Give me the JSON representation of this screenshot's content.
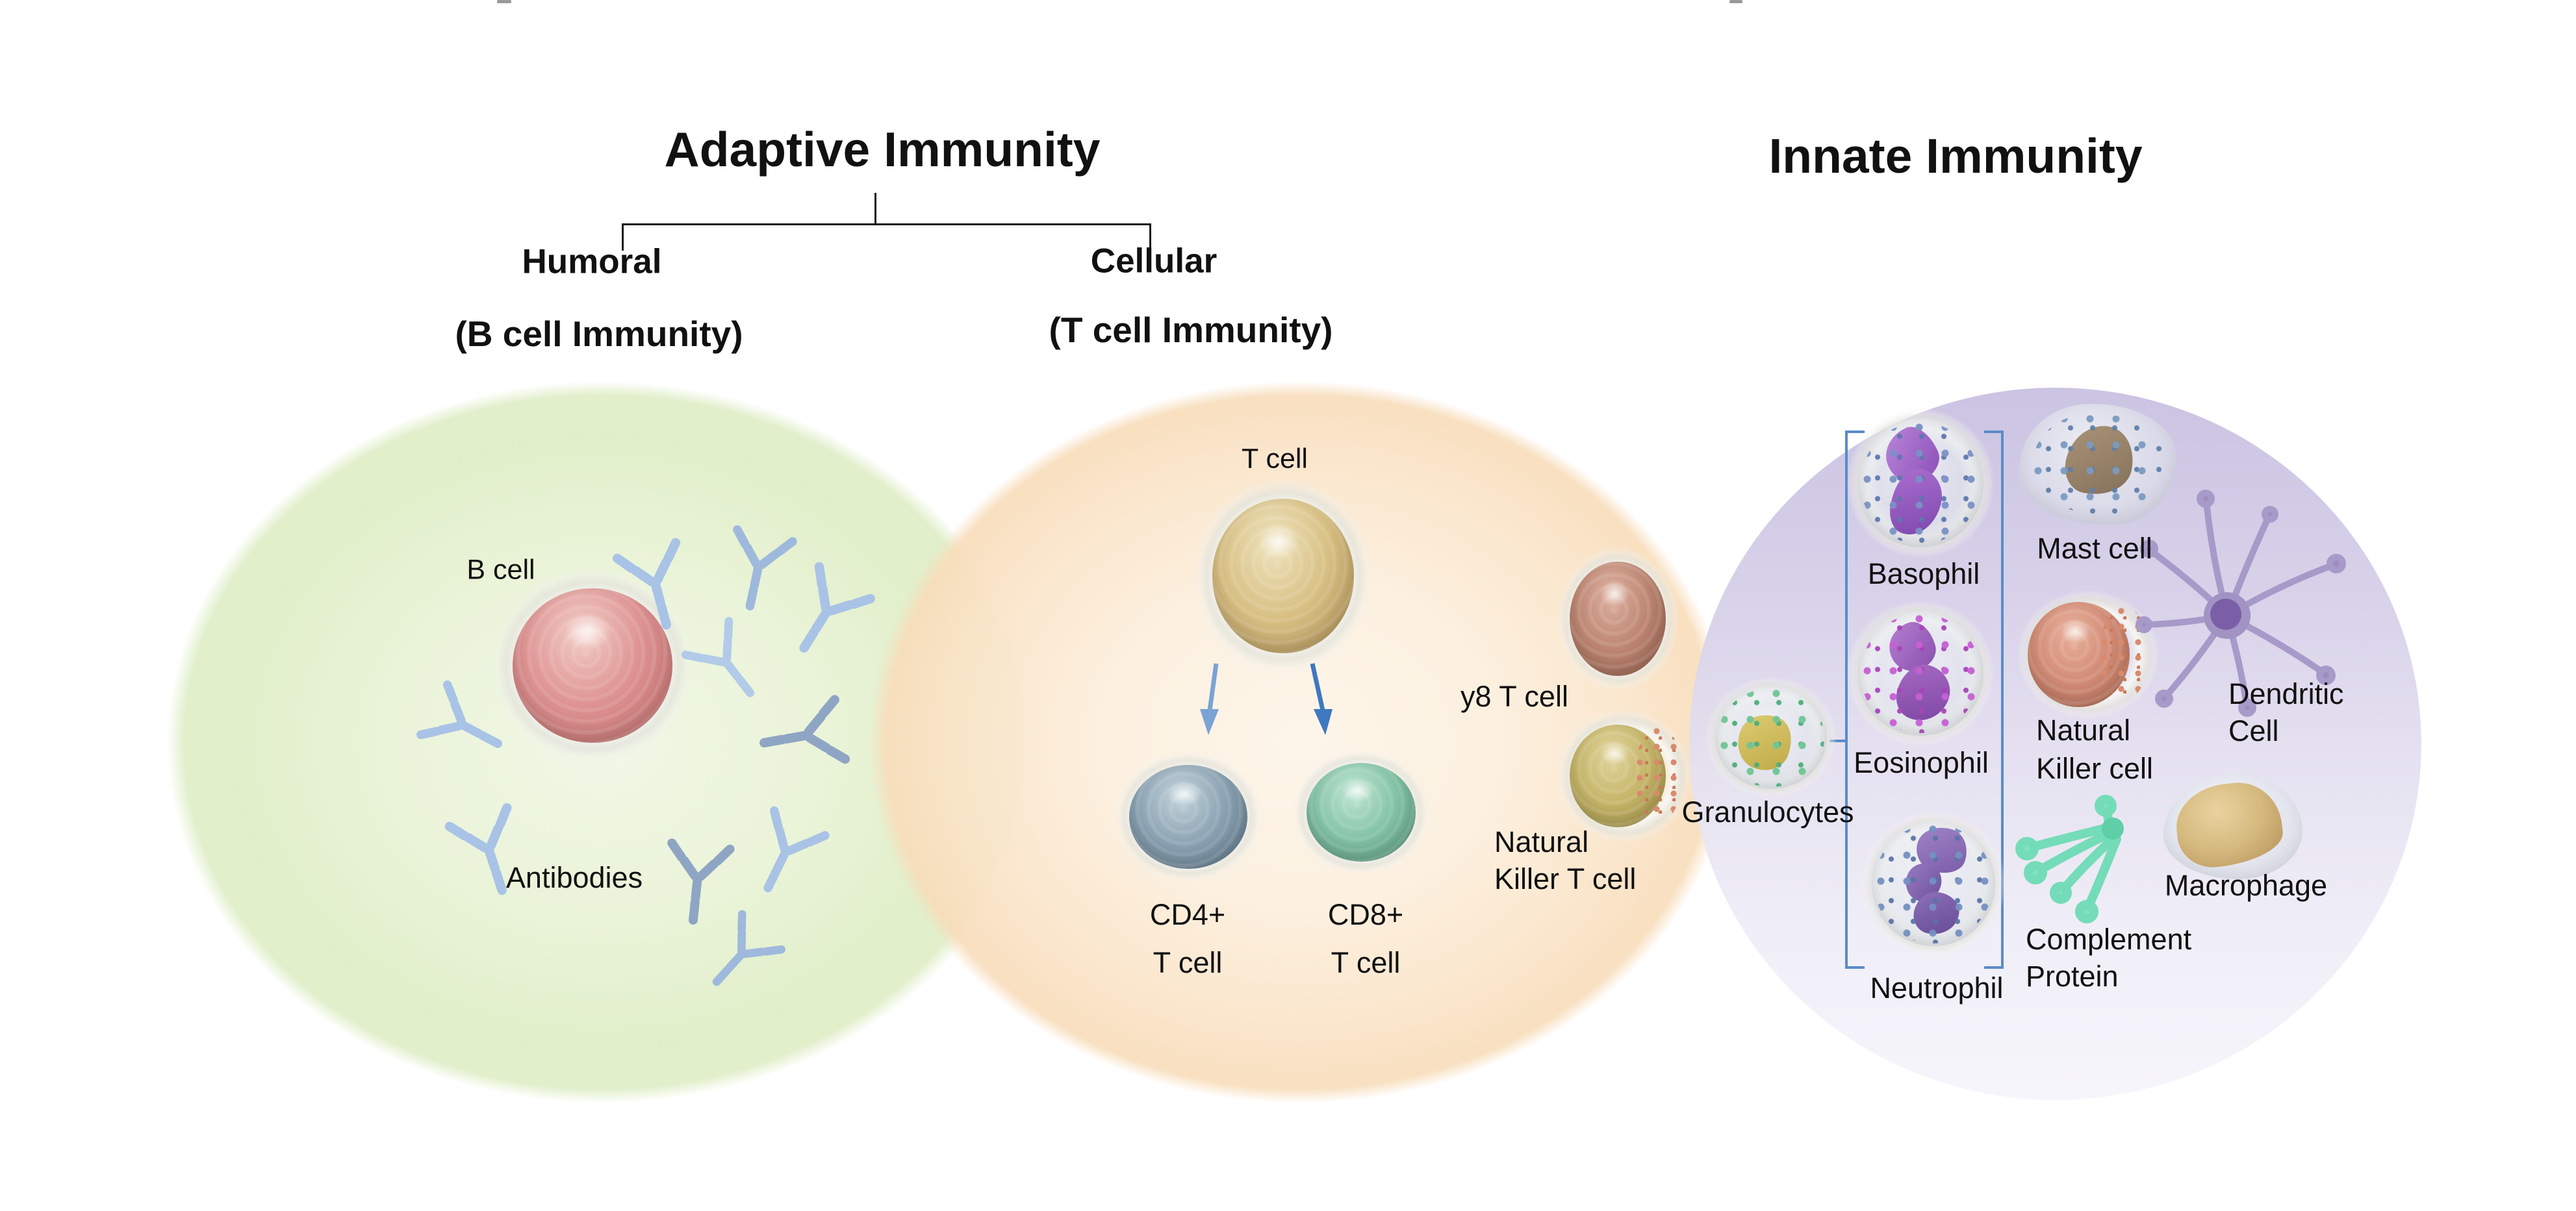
{
  "titles": {
    "adaptive": "Adaptive Immunity",
    "innate": "Innate Immunity"
  },
  "adaptive_tree": {
    "humoral_line1": "Humoral",
    "humoral_line2": "(B cell Immunity)",
    "cellular_line1": "Cellular",
    "cellular_line2": "(T cell Immunity)"
  },
  "labels": {
    "b_cell": "B cell",
    "antibodies": "Antibodies",
    "t_cell": "T cell",
    "cd4_line1": "CD4+",
    "cd4_line2": "T cell",
    "cd8_line1": "CD8+",
    "cd8_line2": "T cell",
    "gamma_delta_t_cell": "y8 T cell",
    "nkt_line1": "Natural",
    "nkt_line2": "Killer T cell",
    "granulocytes": "Granulocytes",
    "basophil": "Basophil",
    "eosinophil": "Eosinophil",
    "neutrophil": "Neutrophil",
    "mast_cell": "Mast cell",
    "nk_line1": "Natural",
    "nk_line2": "Killer cell",
    "dendritic_line1": "Dendritic",
    "dendritic_line2": "Cell",
    "complement_line1": "Complement",
    "complement_line2": "Protein",
    "macrophage": "Macrophage"
  },
  "palette": {
    "green_ellipse": "#e3f0c9",
    "orange_ellipse": "#fbe7cd",
    "purple_ellipse": "#cdc5e4",
    "bracket_blue": "#5b8bc9",
    "arrow_blue_left": "#7ba3d4",
    "arrow_blue_right": "#3e78c0",
    "antibody_blue": "#a9c3e6",
    "b_cell_pink": "#dd9191",
    "t_cell_gold": "#d8c084",
    "cd4_slate": "#8aa2b2",
    "cd8_teal": "#83c3a6",
    "complement_teal": "#74dcb8"
  }
}
